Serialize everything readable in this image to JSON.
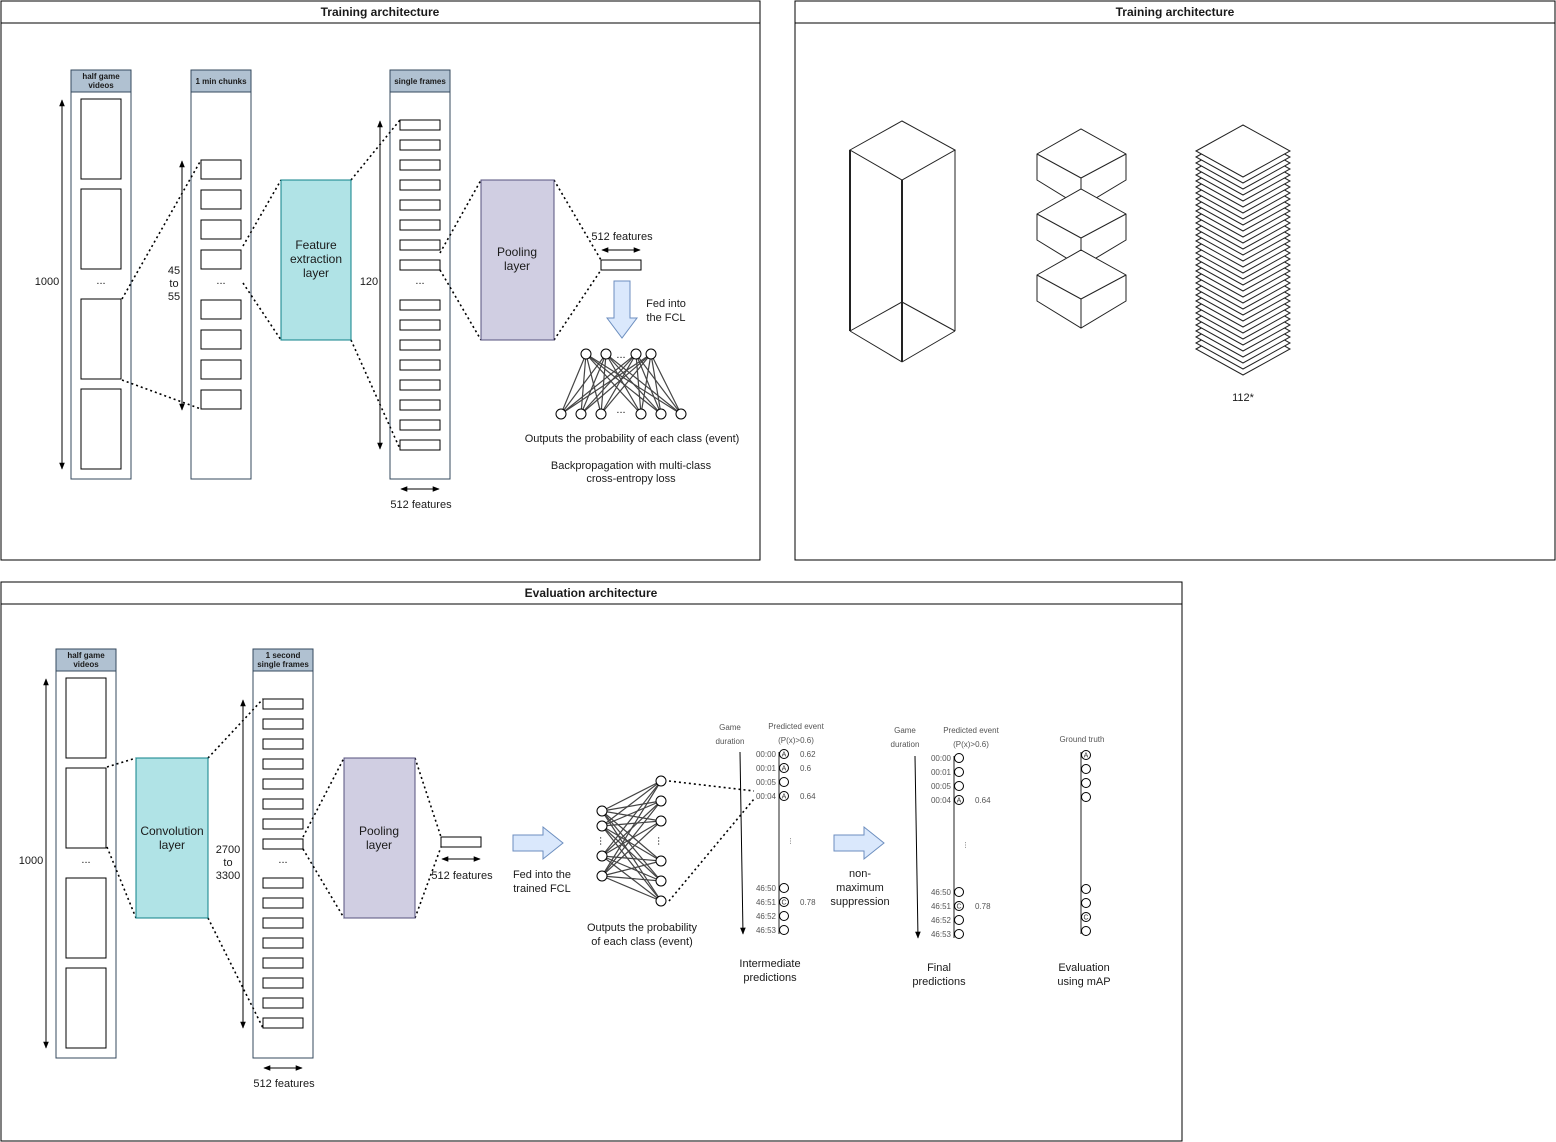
{
  "panels": {
    "training": {
      "title": "Training architecture",
      "columns": {
        "half_game": "half game videos",
        "chunks": "1 min chunks",
        "frames": "single frames"
      },
      "dim_half_game": "1000",
      "dim_chunks": "45\nto\n55",
      "dim_frames": "120",
      "ellipsis": "...",
      "feature_layer": "Feature\nextraction\nlayer",
      "pooling_layer": "Pooling\nlayer",
      "features_bottom": "512 features",
      "features_right": "512 features",
      "fed_into": "Fed into\nthe FCL",
      "outputs": "Outputs the probability of each class (event)",
      "backprop": "Backpropagation with multi-class\ncross-entropy loss"
    },
    "training2": {
      "title": "Training architecture",
      "caption": "112*"
    },
    "evaluation": {
      "title": "Evaluation architecture",
      "columns": {
        "half_game": "half game videos",
        "frames": "1 second single frames"
      },
      "dim_half_game": "1000",
      "dim_frames": "2700\nto\n3300",
      "conv_layer": "Convolution\nlayer",
      "pooling_layer": "Pooling\nlayer",
      "features_bottom": "512 features",
      "features_right": "512 features",
      "fed_into": "Fed into the\ntrained FCL",
      "outputs": "Outputs the probability\nof each class (event)",
      "intermediate": {
        "game_duration": "Game\nduration",
        "predicted_event": "Predicted event",
        "threshold": "(P(x)>0.6)",
        "times_top": [
          "00:00",
          "00:01",
          "00:05",
          "00:04"
        ],
        "times_bottom": [
          "46:50",
          "46:51",
          "46:52",
          "46:53"
        ],
        "probs": [
          "0.62",
          "0.6",
          "0.64",
          "0.78"
        ],
        "markers": [
          "A",
          "A",
          "A",
          "C"
        ],
        "caption": "Intermediate\npredictions"
      },
      "nms": "non-\nmaximum\nsuppression",
      "final": {
        "game_duration": "Game\nduration",
        "predicted_event": "Predicted event",
        "threshold": "(P(x)>0.6)",
        "times_top": [
          "00:00",
          "00:01",
          "00:05",
          "00:04"
        ],
        "times_bottom": [
          "46:50",
          "46:51",
          "46:52",
          "46:53"
        ],
        "probs": [
          "0.64",
          "0.78"
        ],
        "markers": [
          "A",
          "C"
        ],
        "caption": "Final\npredictions"
      },
      "ground_truth": {
        "title": "Ground truth",
        "markers": [
          "A",
          "C"
        ],
        "caption": "Evaluation\nusing mAP"
      }
    }
  },
  "colors": {
    "feature_layer": "#b0e3e6",
    "pooling_layer": "#d0cee2",
    "column_header": "#b0c1d1",
    "big_arrow": "#dae8fc",
    "big_arrow_stroke": "#6c8ebf"
  }
}
